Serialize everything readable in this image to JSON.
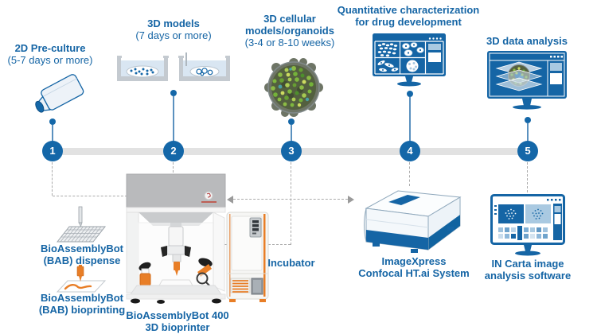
{
  "palette": {
    "primary_blue": "#1565A5",
    "circle_blue": "#1467A8",
    "light_blue": "#A9C9E1",
    "pale_blue": "#D9E6F2",
    "orange": "#E87E27",
    "track_gray": "#E2E2E2",
    "dash_gray": "#ABABAB",
    "organoid_green": "#6FAE3B"
  },
  "timeline": {
    "steps": [
      {
        "number": "1",
        "title": "2D Pre-culture",
        "subtitle": "(5-7 days or more)",
        "icon": "culture-flask-icon"
      },
      {
        "number": "2",
        "title": "3D models",
        "subtitle": "(7 days or more)",
        "icon": "petri-dishes-icon"
      },
      {
        "number": "3",
        "title_line1": "3D cellular",
        "title_line2": "models/organoids",
        "subtitle": "(3-4 or 8-10 weeks)",
        "icon": "organoid-icon"
      },
      {
        "number": "4",
        "title_line1": "Quantitative characterization",
        "title_line2": "for drug development",
        "icon": "cell-gallery-monitor-icon"
      },
      {
        "number": "5",
        "title": "3D data analysis",
        "icon": "analysis-monitor-icon"
      }
    ]
  },
  "equipment": {
    "dispense": {
      "line1": "BioAssemblyBot",
      "line2": "(BAB) dispense",
      "icon": "dispense-plate-icon"
    },
    "bioprinting": {
      "line1": "BioAssemblyBot",
      "line2": "(BAB) bioprinting",
      "icon": "bioprinting-plate-icon"
    },
    "bioprinter": {
      "line1": "BioAssemblyBot 400",
      "line2": "3D bioprinter",
      "icon": "bioprinter-machine-icon"
    },
    "incubator": {
      "label": "Incubator",
      "icon": "incubator-icon"
    },
    "imagexpress": {
      "line1": "ImageXpress",
      "line2": "Confocal HT.ai System",
      "icon": "imagexpress-system-icon"
    },
    "incarta": {
      "line1": "IN Carta image",
      "line2": "analysis software",
      "icon": "incarta-monitor-icon"
    }
  }
}
